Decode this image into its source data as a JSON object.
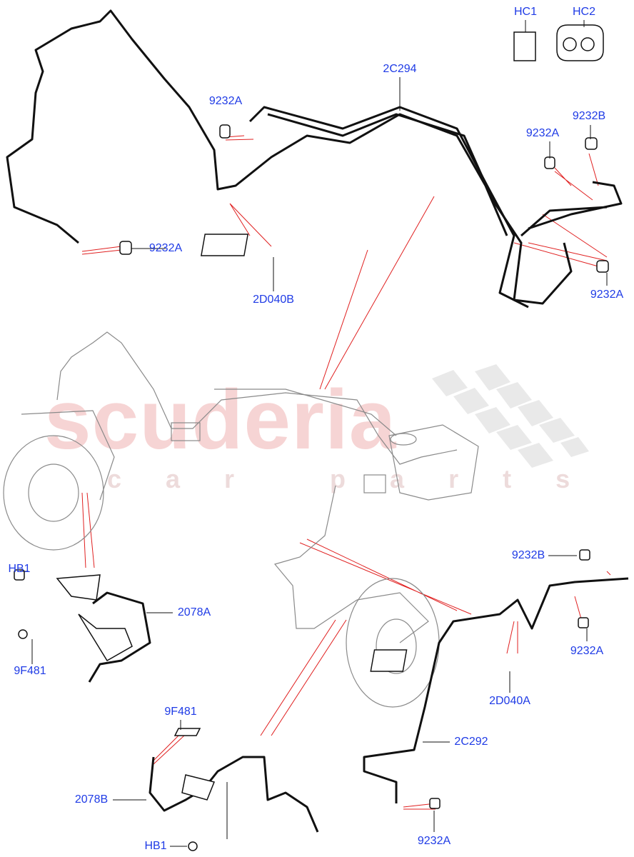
{
  "watermark": {
    "line1": "scuderia",
    "line2": "car parts"
  },
  "colors": {
    "label": "#1f3be6",
    "leader": "#e02020",
    "linework": "#111111",
    "context": "#8a8a8a",
    "watermark": "#f4c6c6"
  },
  "labels": [
    "HC1",
    "HC2",
    "2C294",
    "9232A",
    "9232B",
    "9232A",
    "9232A",
    "2D040B",
    "9232A",
    "HB1",
    "9232B",
    "2078A",
    "9F481",
    "9232A",
    "2D040A",
    "9F481",
    "2C292",
    "2078B",
    "HB1",
    "9232A"
  ]
}
